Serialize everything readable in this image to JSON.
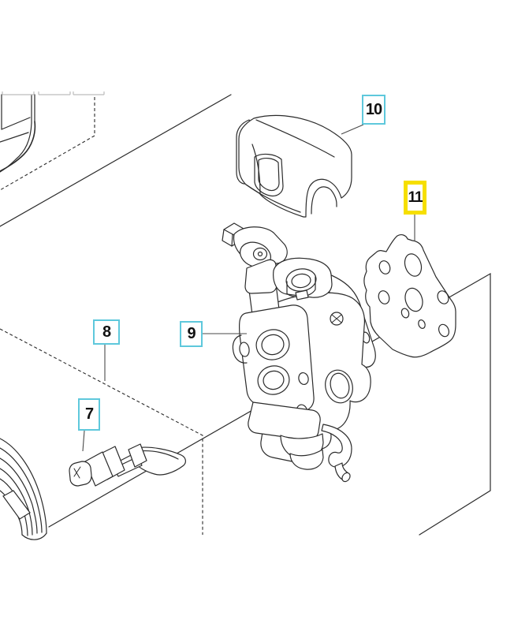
{
  "diagram": {
    "type": "exploded-parts-illustration",
    "background_color": "#ffffff",
    "line_color": "#2b2b2b",
    "callout_border_color": "#5ec8dc",
    "highlight_border_color": "#f6df00",
    "callouts": [
      {
        "number": "7",
        "style": "cyan",
        "points_to": "fuel-valve-assembly"
      },
      {
        "number": "8",
        "style": "cyan",
        "points_to": "dashed-housing-outline"
      },
      {
        "number": "9",
        "style": "cyan",
        "points_to": "carburetor"
      },
      {
        "number": "10",
        "style": "cyan",
        "points_to": "air-filter-cover"
      },
      {
        "number": "11",
        "style": "yellow-highlight",
        "points_to": "carburetor-gasket"
      }
    ]
  }
}
